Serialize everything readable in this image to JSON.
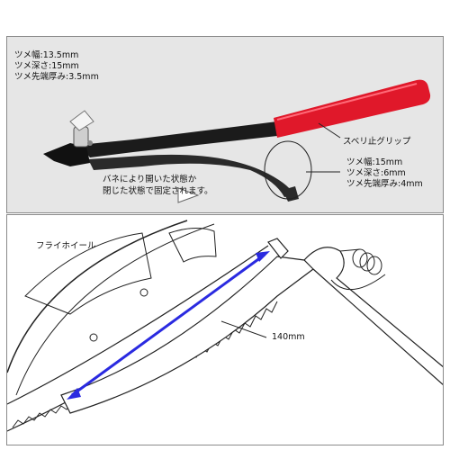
{
  "top_panel": {
    "jaw_left_specs": [
      "ツメ幅:13.5mm",
      "ツメ深さ:15mm",
      "ツメ先端厚み:3.5mm"
    ],
    "jaw_right_specs": [
      "ツメ幅:15mm",
      "ツメ深さ:6mm",
      "ツメ先端厚み:4mm"
    ],
    "grip_label": "スベリ止グリップ",
    "spring_note": [
      "バネにより開いた状態か",
      "閉じた状態で固定されます。"
    ],
    "grip_color": "#e0182a"
  },
  "bottom_panel": {
    "flywheel_label": "フライホイール",
    "length_label": "140mm",
    "arrow_color": "#2a2ae0"
  }
}
